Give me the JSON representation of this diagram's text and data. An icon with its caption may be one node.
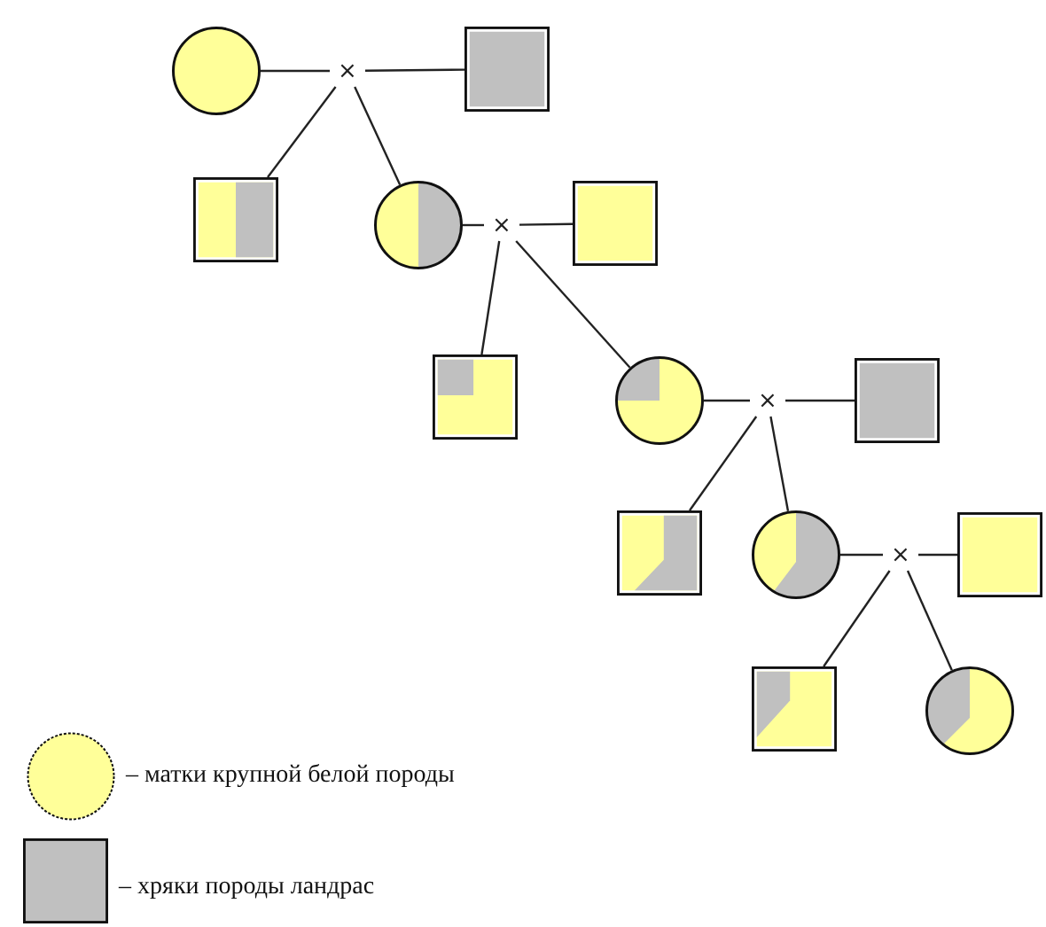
{
  "diagram": {
    "nodes": [
      {
        "text": [],
        "shape": "circle"
      },
      {
        "text": [
          "×"
        ]
      },
      {
        "text": [],
        "shape": "box"
      },
      {
        "text": [],
        "shape": "box"
      },
      {
        "text": [],
        "shape": "circle"
      },
      {
        "text": [
          "×"
        ]
      },
      {
        "text": [],
        "shape": "box"
      },
      {
        "text": [],
        "shape": "box"
      },
      {
        "text": [],
        "shape": "circle"
      },
      {
        "text": [
          "×"
        ]
      },
      {
        "text": [],
        "shape": "box"
      },
      {
        "text": [],
        "shape": "box"
      },
      {
        "text": [],
        "shape": "circle"
      },
      {
        "text": [
          "×"
        ]
      },
      {
        "text": [],
        "shape": "box"
      },
      {
        "text": [],
        "shape": "box"
      },
      {
        "text": [],
        "shape": "circle"
      }
    ],
    "edges": [
      {
        "from": 0,
        "to": 1,
        "arrow": "none"
      },
      {
        "from": 2,
        "to": 1,
        "arrow": "none"
      },
      {
        "from": 1,
        "to": 3,
        "arrow": "none"
      },
      {
        "from": 1,
        "to": 4,
        "arrow": "none"
      },
      {
        "from": 4,
        "to": 5,
        "arrow": "none"
      },
      {
        "from": 6,
        "to": 5,
        "arrow": "none"
      },
      {
        "from": 5,
        "to": 7,
        "arrow": "none"
      },
      {
        "from": 5,
        "to": 8,
        "arrow": "none"
      },
      {
        "from": 8,
        "to": 9,
        "arrow": "none"
      },
      {
        "from": 10,
        "to": 9,
        "arrow": "none"
      },
      {
        "from": 9,
        "to": 11,
        "arrow": "none"
      },
      {
        "from": 9,
        "to": 12,
        "arrow": "none"
      },
      {
        "from": 12,
        "to": 13,
        "arrow": "none"
      },
      {
        "from": 14,
        "to": 13,
        "arrow": "none"
      },
      {
        "from": 13,
        "to": 15,
        "arrow": "none"
      },
      {
        "from": 13,
        "to": 16,
        "arrow": "none"
      }
    ],
    "legend": [
      {
        "text": "– матки крупной белой породы",
        "color": "#ffff99"
      },
      {
        "text": "– хряки породы ландрас",
        "color": "#c0c0c0"
      }
    ]
  }
}
